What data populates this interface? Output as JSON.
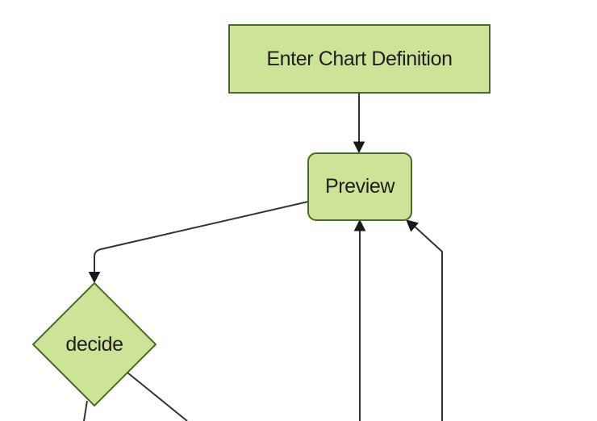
{
  "diagram": {
    "type": "flowchart",
    "direction": "top-down",
    "nodes": [
      {
        "id": "enter-chart-definition",
        "label": "Enter Chart Definition",
        "shape": "rectangle"
      },
      {
        "id": "preview",
        "label": "Preview",
        "shape": "rounded-rectangle"
      },
      {
        "id": "decide",
        "label": "decide",
        "shape": "diamond"
      }
    ],
    "edges": [
      {
        "from": "enter-chart-definition",
        "to": "preview",
        "arrow": true
      },
      {
        "from": "preview",
        "to": "decide",
        "arrow": true
      },
      {
        "from": "offscreen-bottom",
        "to": "preview",
        "arrow": true
      },
      {
        "from": "offscreen-bottom-right",
        "to": "preview",
        "arrow": true
      },
      {
        "from": "decide",
        "to": "offscreen-bottom-left",
        "arrow": false
      },
      {
        "from": "decide",
        "to": "offscreen-bottom-right",
        "arrow": false
      }
    ]
  },
  "colors": {
    "background": "#ffffff",
    "node_fill": "#cde498",
    "node_border": "#466e23",
    "line": "#333333",
    "arrowhead": "#1a1a1a",
    "text": "#1f1f1f"
  }
}
